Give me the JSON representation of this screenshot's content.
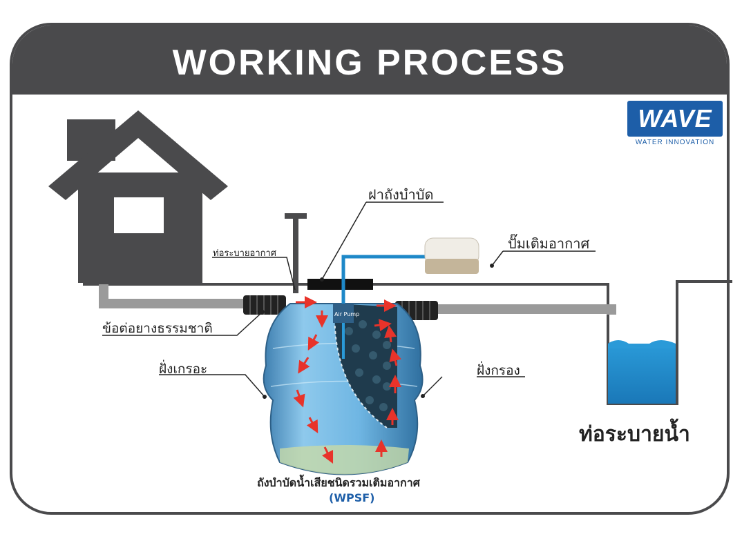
{
  "title": "WORKING PROCESS",
  "logo": {
    "brand": "WAVE",
    "tagline": "WATER INNOVATION"
  },
  "labels": {
    "tank_lid": "ฝาถังบำบัด",
    "air_pump": "ปั๊มเติมอากาศ",
    "vent_pipe": "ท่อระบายอากาศ",
    "rubber_joint": "ข้อต่อยางธรรมชาติ",
    "settling_side": "ฝั่งเกรอะ",
    "filter_side": "ฝั่งกรอง",
    "drain_pipe": "ท่อระบายน้ำ",
    "tank_name": "ถังบำบัดน้ำเสียชนิดรวมเติมอากาศ",
    "tank_model": "(WPSF)",
    "pump_tag": "Air Pump"
  },
  "colors": {
    "dark": "#4a4a4c",
    "water": "#1e88c8",
    "arrow": "#e8332a",
    "brand": "#1d5ea8"
  }
}
